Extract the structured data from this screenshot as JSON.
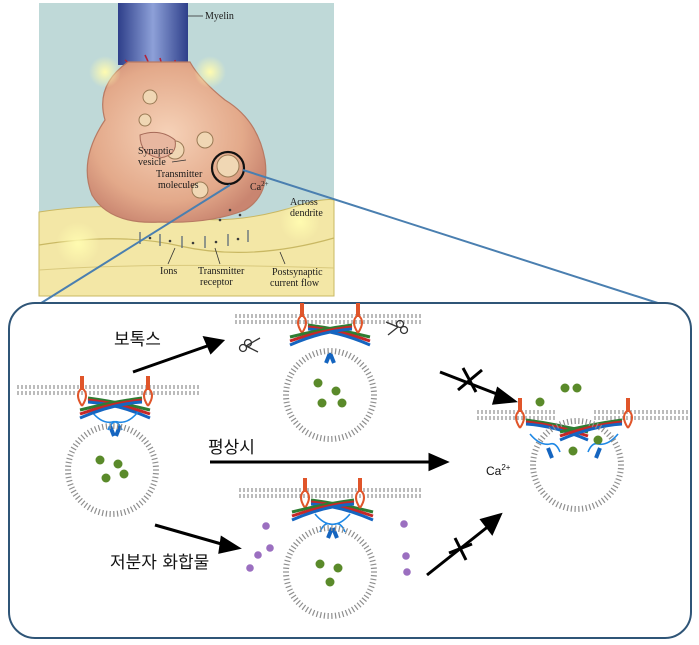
{
  "inset_labels": {
    "myelin": "Myelin",
    "synaptic_vesicle_1": "Synaptic",
    "synaptic_vesicle_2": "vesicle",
    "transmitter_molecules_1": "Transmitter",
    "transmitter_molecules_2": "molecules",
    "ca_inset": "Ca",
    "ca_inset_sup": "2+",
    "across_dendrite_1": "Across",
    "across_dendrite_2": "dendrite",
    "ions": "Ions",
    "transmitter_receptor_1": "Transmitter",
    "transmitter_receptor_2": "receptor",
    "postsynaptic_1": "Postsynaptic",
    "postsynaptic_2": "current flow"
  },
  "pathway_labels": {
    "botox": "보톡스",
    "normal": "평상시",
    "small_molecule": "저분자 화합물",
    "ca_main": "Ca",
    "ca_main_sup": "2+"
  },
  "colors": {
    "inset_bg": "#bfd9d8",
    "panel_border": "#2f5577",
    "zoom_line": "#4a7fb0",
    "transmitter": "#5a8a2a",
    "small_molecule": "#9b6fc0",
    "membrane": "#8e8e8e"
  }
}
